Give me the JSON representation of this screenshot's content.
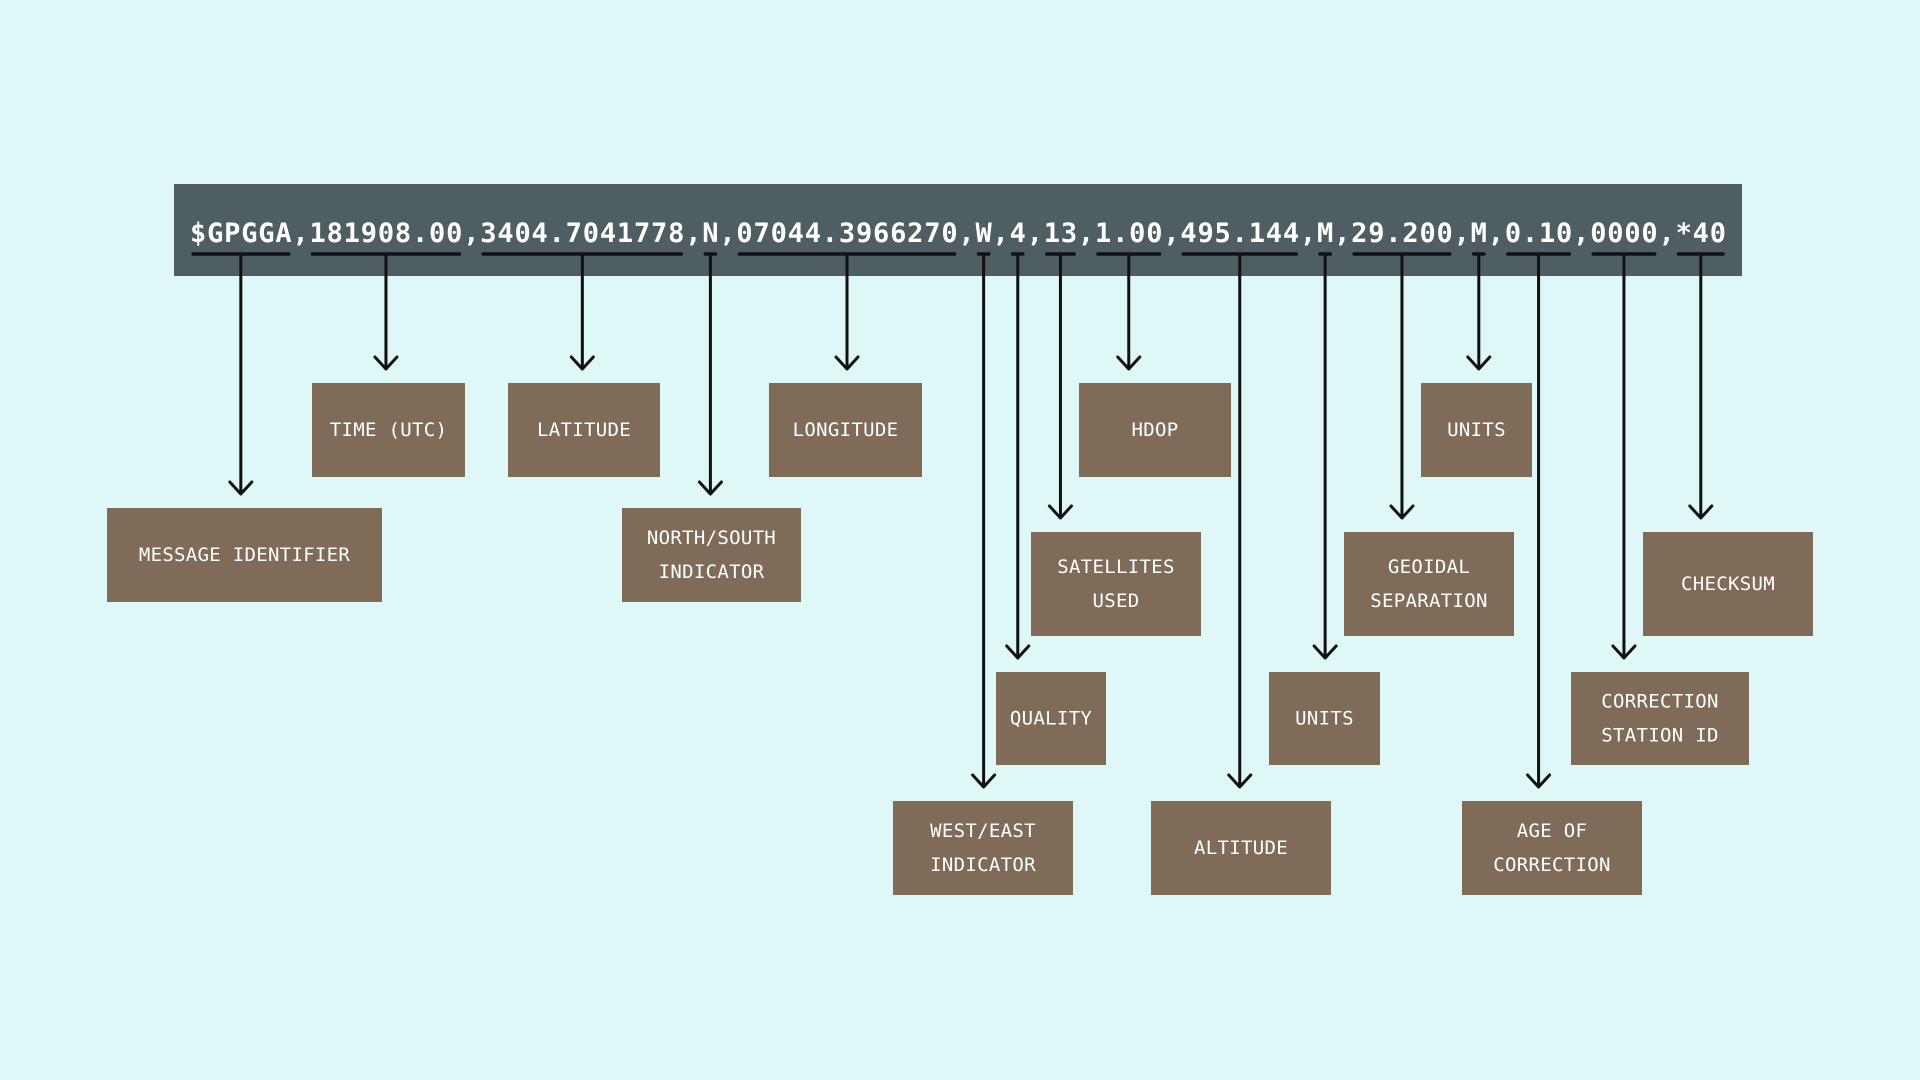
{
  "sentence": {
    "segments": [
      {
        "key": "msgid",
        "text": "$GPGGA"
      },
      {
        "text": ","
      },
      {
        "key": "time",
        "text": "181908.00"
      },
      {
        "text": ","
      },
      {
        "key": "lat",
        "text": "3404.7041778"
      },
      {
        "text": ","
      },
      {
        "key": "ns",
        "text": "N"
      },
      {
        "text": ","
      },
      {
        "key": "lon",
        "text": "07044.3966270"
      },
      {
        "text": ","
      },
      {
        "key": "we",
        "text": "W"
      },
      {
        "text": ","
      },
      {
        "key": "quality",
        "text": "4"
      },
      {
        "text": ","
      },
      {
        "key": "sats",
        "text": "13"
      },
      {
        "text": ","
      },
      {
        "key": "hdop",
        "text": "1.00"
      },
      {
        "text": ","
      },
      {
        "key": "alt",
        "text": "495.144"
      },
      {
        "text": ","
      },
      {
        "key": "altunits",
        "text": "M"
      },
      {
        "text": ","
      },
      {
        "key": "geoid",
        "text": "29.200"
      },
      {
        "text": ","
      },
      {
        "key": "geoidunits",
        "text": "M"
      },
      {
        "text": ","
      },
      {
        "key": "age",
        "text": "0.10"
      },
      {
        "text": ","
      },
      {
        "key": "station",
        "text": "0000"
      },
      {
        "text": ","
      },
      {
        "key": "checksum",
        "text": "*40"
      }
    ]
  },
  "fields": [
    {
      "key": "msgid",
      "lines": [
        "MESSAGE IDENTIFIER"
      ]
    },
    {
      "key": "time",
      "lines": [
        "TIME (UTC)"
      ]
    },
    {
      "key": "lat",
      "lines": [
        "LATITUDE"
      ]
    },
    {
      "key": "ns",
      "lines": [
        "NORTH/SOUTH",
        "INDICATOR"
      ]
    },
    {
      "key": "lon",
      "lines": [
        "LONGITUDE"
      ]
    },
    {
      "key": "we",
      "lines": [
        "WEST/EAST",
        "INDICATOR"
      ]
    },
    {
      "key": "quality",
      "lines": [
        "QUALITY"
      ]
    },
    {
      "key": "sats",
      "lines": [
        "SATELLITES",
        "USED"
      ]
    },
    {
      "key": "hdop",
      "lines": [
        "HDOP"
      ]
    },
    {
      "key": "alt",
      "lines": [
        "ALTITUDE"
      ]
    },
    {
      "key": "altunits",
      "lines": [
        "UNITS"
      ]
    },
    {
      "key": "geoid",
      "lines": [
        "GEOIDAL",
        "SEPARATION"
      ]
    },
    {
      "key": "geoidunits",
      "lines": [
        "UNITS"
      ]
    },
    {
      "key": "age",
      "lines": [
        "AGE OF",
        "CORRECTION"
      ]
    },
    {
      "key": "station",
      "lines": [
        "CORRECTION",
        "STATION ID"
      ]
    },
    {
      "key": "checksum",
      "lines": [
        "CHECKSUM"
      ]
    }
  ],
  "colors": {
    "background": "#def7f7",
    "sentence_bar": "#4f5e63",
    "label_box": "#806b59",
    "line": "#111111",
    "text": "#ffffff"
  }
}
